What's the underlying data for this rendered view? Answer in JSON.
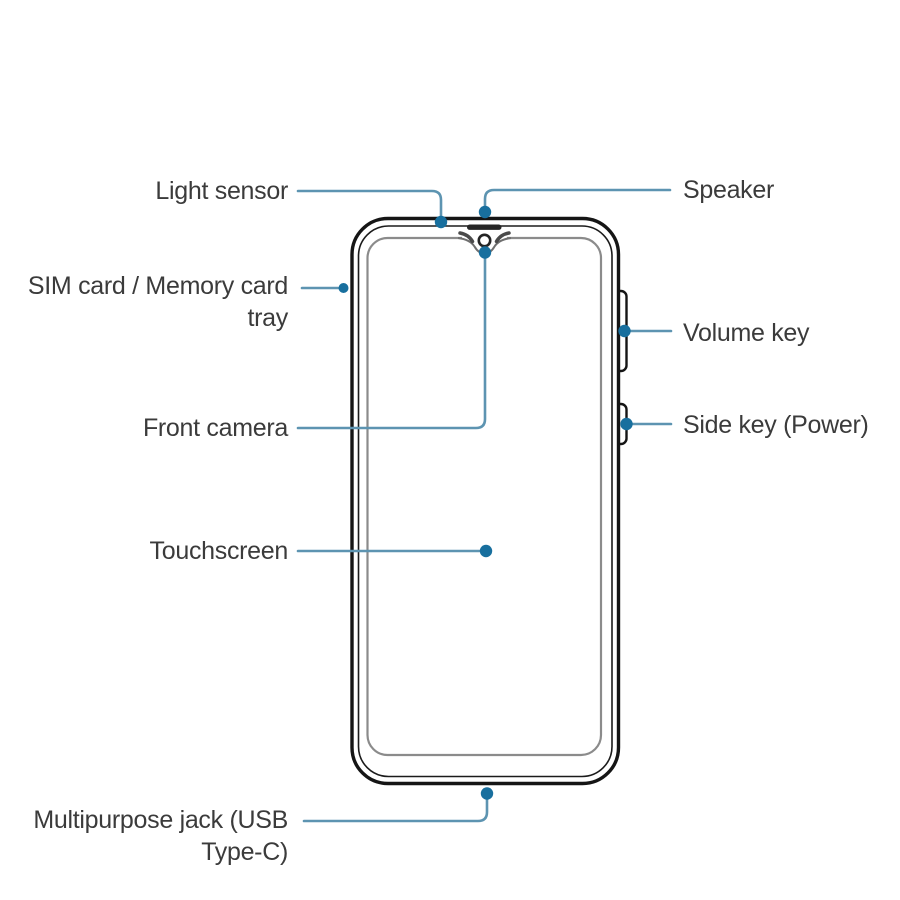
{
  "diagram": {
    "device": "smartphone-front-view",
    "labels": {
      "light_sensor": "Light sensor",
      "speaker": "Speaker",
      "sim_tray": {
        "line1": "SIM card / Memory card",
        "line2": "tray"
      },
      "volume_key": "Volume key",
      "side_key": "Side key (Power)",
      "front_camera": "Front camera",
      "touchscreen": "Touchscreen",
      "multipurpose_jack": {
        "line1": "Multipurpose jack (USB",
        "line2": "Type-C)"
      }
    },
    "colors": {
      "leader_line": "#5d94b1",
      "callout_dot": "#186f9e",
      "label_text": "#3b3b3b",
      "phone_outline": "#151515",
      "screen_outline": "#8b8b8b"
    }
  }
}
